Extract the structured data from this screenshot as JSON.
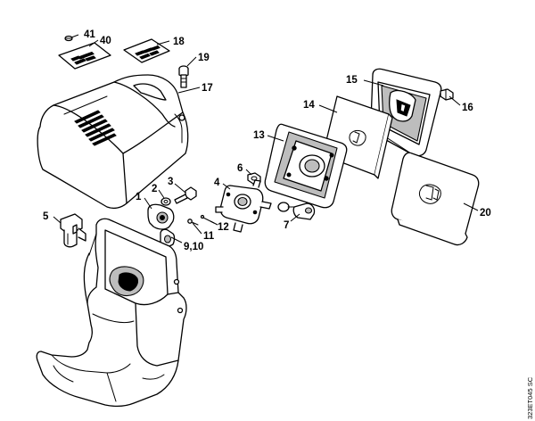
{
  "diagram": {
    "callouts": [
      {
        "id": "1",
        "text": "1"
      },
      {
        "id": "2",
        "text": "2"
      },
      {
        "id": "3",
        "text": "3"
      },
      {
        "id": "4",
        "text": "4"
      },
      {
        "id": "5",
        "text": "5"
      },
      {
        "id": "6",
        "text": "6"
      },
      {
        "id": "7",
        "text": "7"
      },
      {
        "id": "9-10",
        "text": "9,10"
      },
      {
        "id": "11",
        "text": "11"
      },
      {
        "id": "12",
        "text": "12"
      },
      {
        "id": "13",
        "text": "13"
      },
      {
        "id": "14",
        "text": "14"
      },
      {
        "id": "15",
        "text": "15"
      },
      {
        "id": "16",
        "text": "16"
      },
      {
        "id": "17",
        "text": "17"
      },
      {
        "id": "18",
        "text": "18"
      },
      {
        "id": "19",
        "text": "19"
      },
      {
        "id": "20",
        "text": "20"
      },
      {
        "id": "40",
        "text": "40"
      },
      {
        "id": "41",
        "text": "41"
      }
    ],
    "figure_code": "323ET045 SC"
  }
}
